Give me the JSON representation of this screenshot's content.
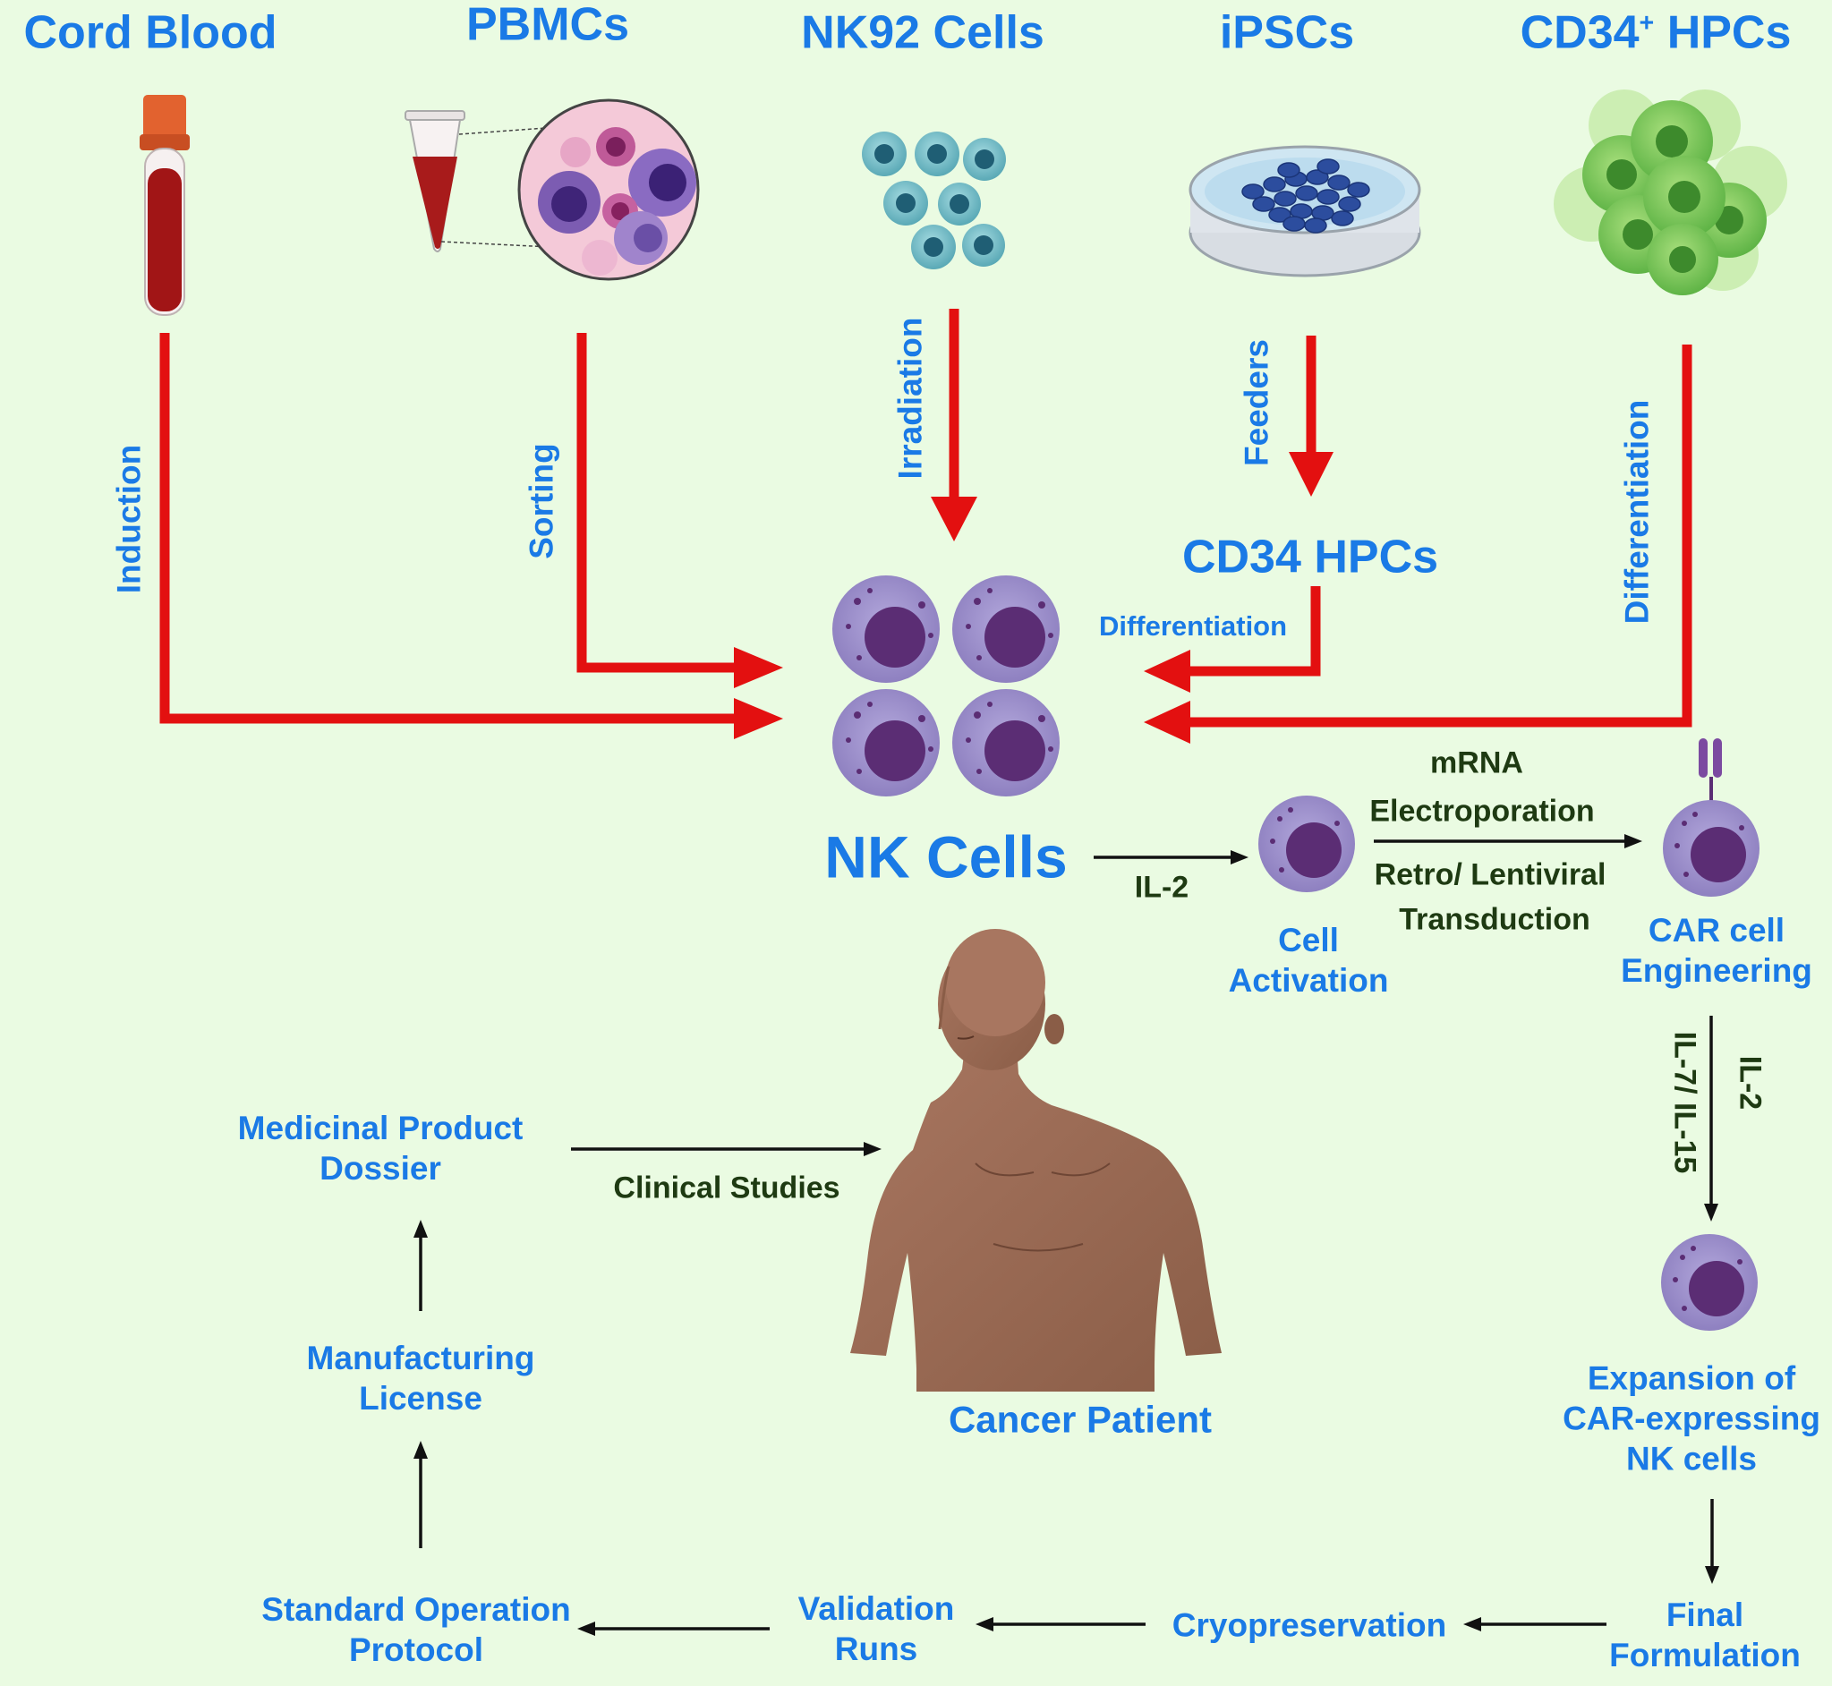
{
  "sources": {
    "cord_blood": "Cord Blood",
    "pbmcs": "PBMCs",
    "nk92": "NK92 Cells",
    "ipscs": "iPSCs",
    "cd34_base": "CD34",
    "cd34_sup": "+",
    "cd34_tail": " HPCs"
  },
  "steps": {
    "induction": "Induction",
    "sorting": "Sorting",
    "irradiation": "Irradiation",
    "feeders": "Feeders",
    "differentiation_right": "Differentiation",
    "cd34_hpcs": "CD34 HPCs",
    "differentiation_mid": "Differentiation"
  },
  "nk_cells": "NK Cells",
  "activation": {
    "il2": "IL-2",
    "cell_line1": "Cell",
    "cell_line2": "Activation",
    "mrna": "mRNA",
    "electroporation": "Electroporation",
    "retro": "Retro/ Lentiviral",
    "transduction": "Transduction",
    "car_line1": "CAR cell",
    "car_line2": "Engineering"
  },
  "expansion": {
    "il2": "IL-2",
    "il7_15": "IL-7/ IL-15",
    "line1": "Expansion of",
    "line2": "CAR-expressing",
    "line3": "NK cells"
  },
  "bottom": {
    "final_line1": "Final",
    "final_line2": "Formulation",
    "cryo": "Cryopreservation",
    "validation_line1": "Validation",
    "validation_line2": "Runs",
    "sop_line1": "Standard Operation",
    "sop_line2": "Protocol",
    "mfg_line1": "Manufacturing",
    "mfg_line2": "License",
    "dossier_line1": "Medicinal Product",
    "dossier_line2": "Dossier",
    "clinical": "Clinical Studies",
    "patient": "Cancer Patient"
  },
  "colors": {
    "background": "#eafbe2",
    "label_blue": "#1a7ae6",
    "arrow_red": "#e31010",
    "label_dark": "#1e3a12",
    "nk_cell_fill": "#9b8dc7",
    "nk_nucleus": "#5b2d74",
    "skin": "#9a6a52"
  }
}
